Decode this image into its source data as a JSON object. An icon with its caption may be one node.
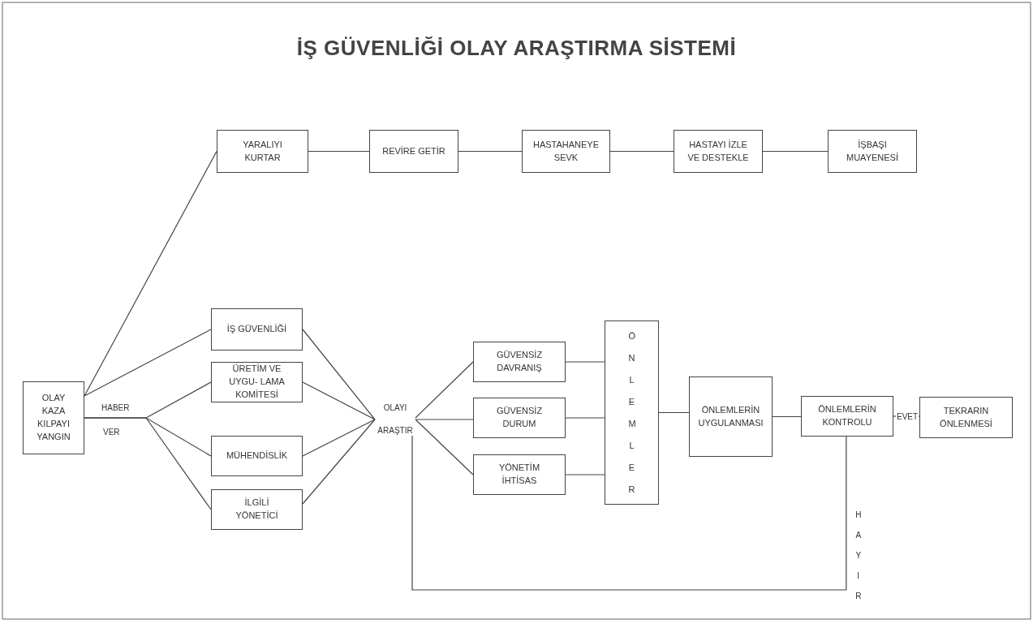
{
  "diagram": {
    "title": "İŞ GÜVENLİĞİ OLAY ARAŞTIRMA SİSTEMİ",
    "nodes": [
      {
        "text": [
          "OLAY KAZA KILPAYI YANGIN"
        ]
      },
      {
        "text": [
          "YARALIYI KURTAR"
        ]
      },
      {
        "text": [
          "REVİRE GETİR"
        ]
      },
      {
        "text": [
          "HASTAHANEYE SEVK"
        ]
      },
      {
        "text": [
          "HASTAYI İZLE VE DESTEKLE"
        ]
      },
      {
        "text": [
          "İŞBAŞI MUAYENESİ"
        ]
      },
      {
        "text": [
          "İŞ GÜVENLİĞİ"
        ]
      },
      {
        "text": [
          "ÜRETİM VE UYGU- LAMA KOMİTESİ"
        ]
      },
      {
        "text": [
          "MÜHENDİSLİK"
        ]
      },
      {
        "text": [
          "İLGİLİ YÖNETİCİ"
        ]
      },
      {
        "text": [
          "OLAYI",
          "ARAŞTIR"
        ]
      },
      {
        "text": [
          "GÜVENSİZ DAVRANIŞ"
        ]
      },
      {
        "text": [
          "GÜVENSİZ DURUM"
        ]
      },
      {
        "text": [
          "YÖNETİM İHTİSAS"
        ]
      },
      {
        "text": [
          "ÖNLEMLER"
        ]
      },
      {
        "text": [
          "ÖNLEMLERİN UYGULANMASI"
        ]
      },
      {
        "text": [
          "ÖNLEMLERİN KONTROLU"
        ]
      },
      {
        "text": [
          "TEKRARIN ÖNLENMESİ"
        ]
      }
    ],
    "edges": [
      {
        "from": 0,
        "to": 1,
        "arrow": "none"
      },
      {
        "from": 1,
        "to": 2,
        "arrow": "none"
      },
      {
        "from": 2,
        "to": 3,
        "arrow": "none"
      },
      {
        "from": 3,
        "to": 4,
        "arrow": "none"
      },
      {
        "from": 4,
        "to": 5,
        "arrow": "none"
      },
      {
        "from": 0,
        "to": 6,
        "arrow": "none"
      },
      {
        "from": 0,
        "to": 7,
        "arrow": "none"
      },
      {
        "from": 0,
        "to": 8,
        "arrow": "none"
      },
      {
        "from": 0,
        "to": 9,
        "arrow": "none"
      },
      {
        "from": 6,
        "to": 10,
        "arrow": "none"
      },
      {
        "from": 7,
        "to": 10,
        "arrow": "none"
      },
      {
        "from": 8,
        "to": 10,
        "arrow": "none"
      },
      {
        "from": 9,
        "to": 10,
        "arrow": "none"
      },
      {
        "from": 10,
        "to": 11,
        "arrow": "none"
      },
      {
        "from": 10,
        "to": 12,
        "arrow": "none"
      },
      {
        "from": 10,
        "to": 13,
        "arrow": "none"
      },
      {
        "from": 11,
        "to": 14,
        "arrow": "none"
      },
      {
        "from": 12,
        "to": 14,
        "arrow": "none"
      },
      {
        "from": 13,
        "to": 14,
        "arrow": "none"
      },
      {
        "from": 14,
        "to": 15,
        "arrow": "none"
      },
      {
        "from": 15,
        "to": 16,
        "arrow": "none"
      },
      {
        "from": 16,
        "to": 17,
        "arrow": "none",
        "label": "EVET"
      },
      {
        "from": 16,
        "to": 10,
        "arrow": "none",
        "label": "HAYIR"
      }
    ],
    "labels": [
      "HABER",
      "VER"
    ]
  }
}
